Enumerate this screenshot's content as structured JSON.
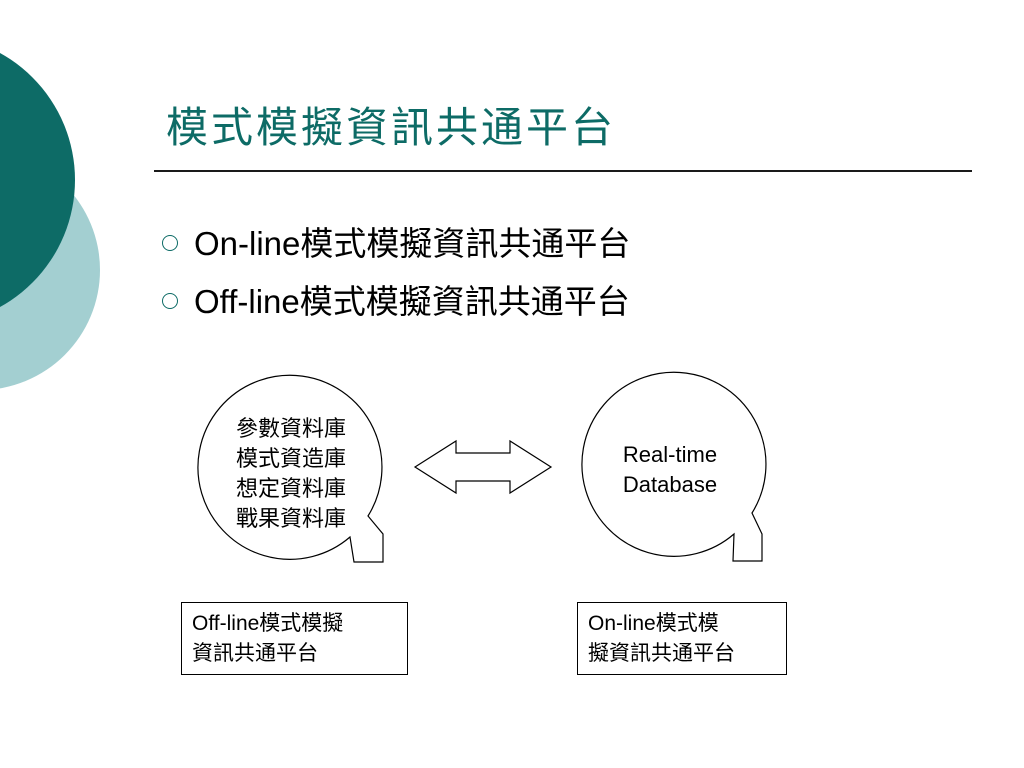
{
  "slide": {
    "title": "模式模擬資訊共通平台",
    "accent_color": "#0d6b66",
    "bullets": [
      {
        "text": "On-line模式模擬資訊共通平台"
      },
      {
        "text": "Off-line模式模擬資訊共通平台"
      }
    ]
  },
  "diagram": {
    "left_bubble": {
      "lines": [
        "參數資料庫",
        "模式資造庫",
        "想定資料庫",
        "戰果資料庫"
      ]
    },
    "right_bubble": {
      "lines": [
        "Real-time",
        "Database"
      ]
    },
    "arrow": {
      "icon": "double-arrow-icon"
    },
    "left_label": {
      "lines": [
        "Off-line模式模擬",
        "資訊共通平台"
      ]
    },
    "right_label": {
      "lines": [
        "On-line模式模",
        "擬資訊共通平台"
      ]
    }
  }
}
